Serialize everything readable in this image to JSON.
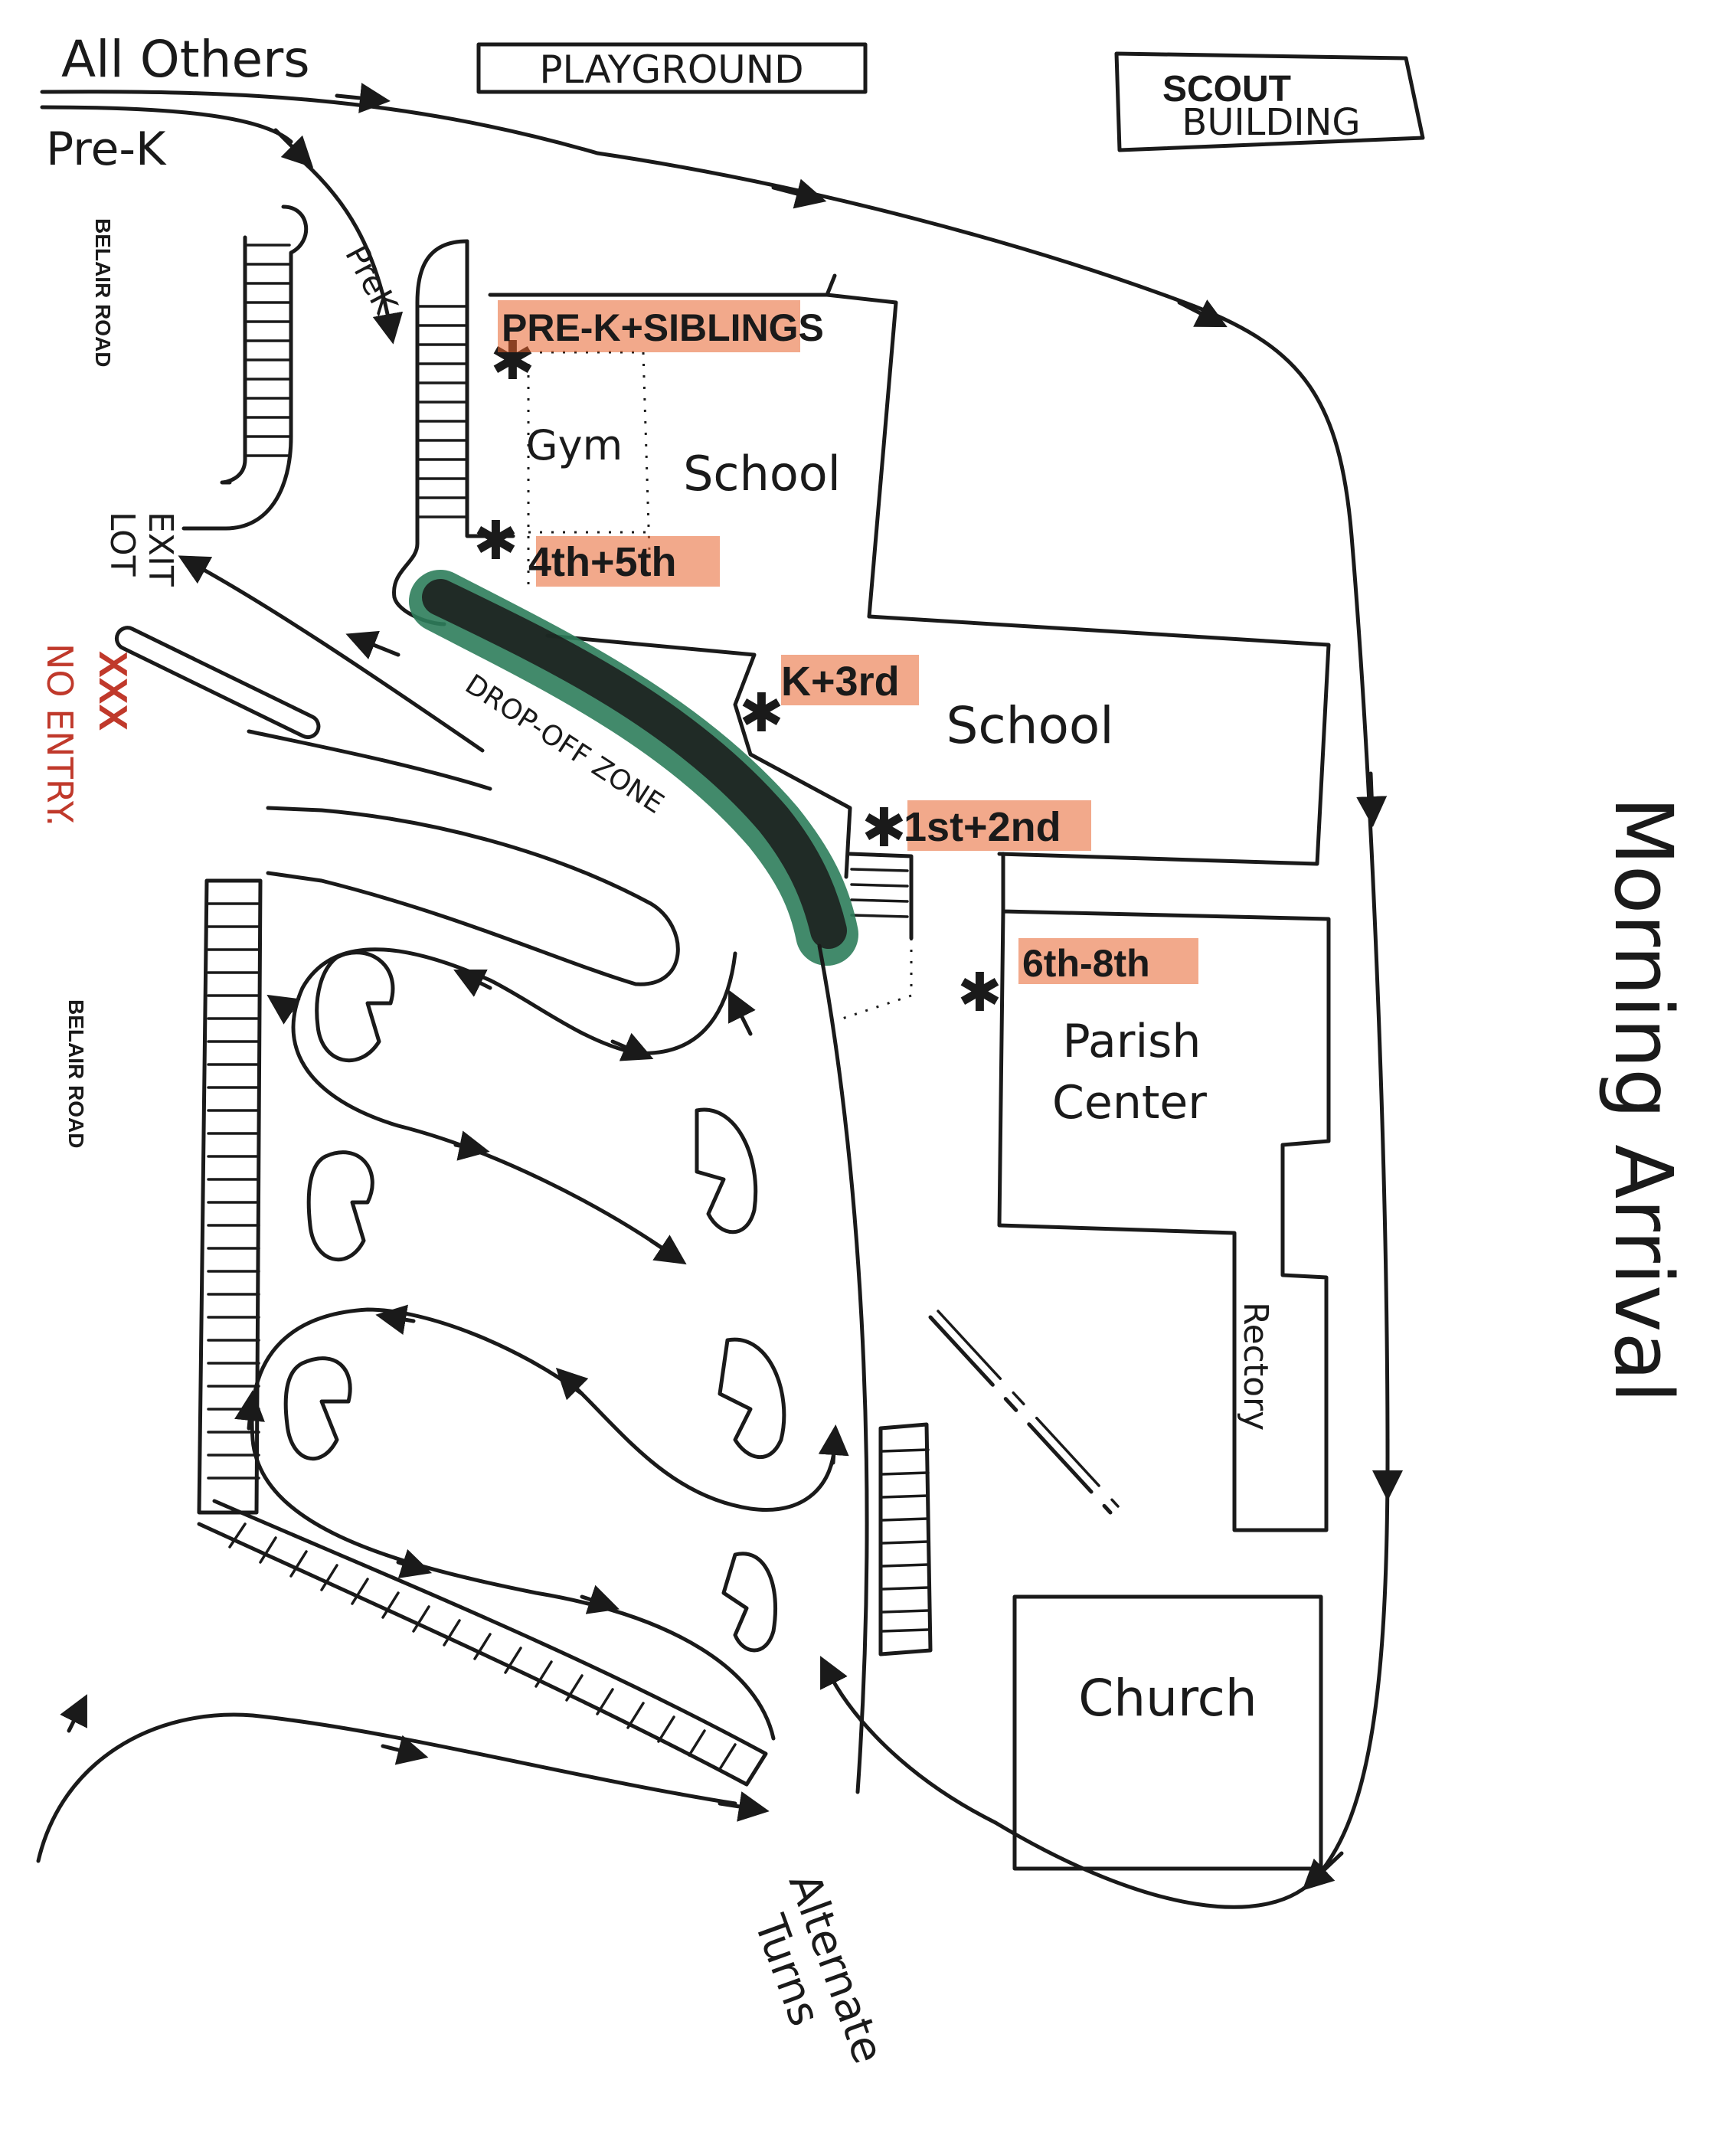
{
  "labels": {
    "all_others": "All Others",
    "pre_k": "Pre-K",
    "pre_k_path": "PreK",
    "playground": "PLAYGROUND",
    "scout_line1": "SCOUT",
    "scout_line2": "BUILDING",
    "belair_road_top": "BELAIR ROAD",
    "belair_road_bottom": "BELAIR ROAD",
    "exit_lot_line1": "EXIT",
    "exit_lot_line2": "LOT",
    "xxx": "XXX",
    "no_entry": "NO ENTRY.",
    "pre_k_siblings": "PRE-K+SIBLINGS",
    "gym": "Gym",
    "school_upper": "School",
    "grades_4_5": "4th+5th",
    "drop_off_zone": "DROP-OFF ZONE",
    "k_3rd": "K+3rd",
    "school_lower": "School",
    "grades_1_2": "1st+2nd",
    "grades_6_8": "6th-8th",
    "parish_line1": "Parish",
    "parish_line2": "Center",
    "rectory": "Rectory",
    "church": "Church",
    "alternate_line1": "Alternate",
    "alternate_line2": "Turns",
    "title": "Morning Arrival"
  },
  "colors": {
    "ink": "#1a1a1a",
    "highlight_orange": "#e8622c",
    "drop_off_green": "#2e7d5b",
    "no_entry_red": "#c0392b"
  },
  "icons": [
    "entrance-asterisk-icon",
    "direction-arrow-icon"
  ]
}
